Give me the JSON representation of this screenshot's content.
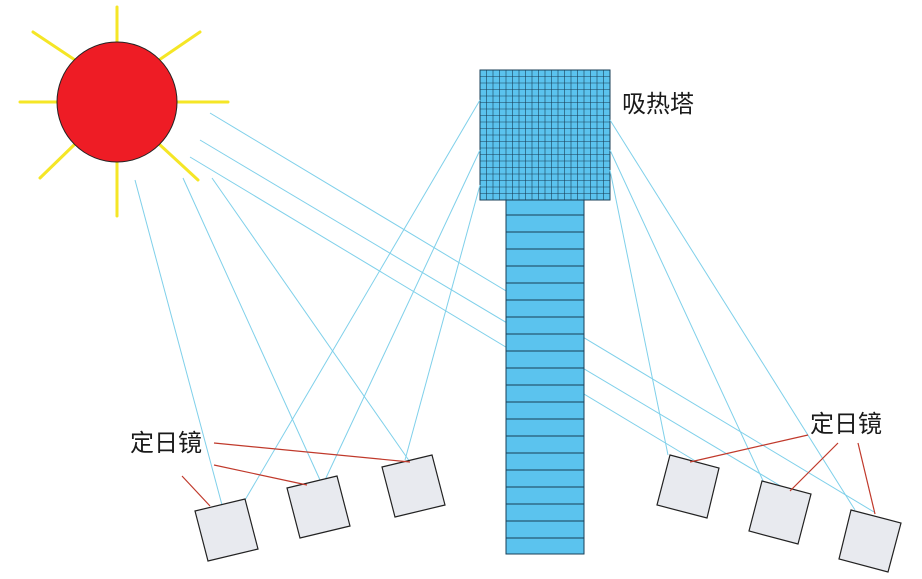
{
  "labels": {
    "tower": "吸热塔",
    "heliostats_left": "定日镜",
    "heliostats_right": "定日镜"
  },
  "colors": {
    "sun_fill": "#ee1c25",
    "sun_rays": "#f5e626",
    "light_beam": "#7fd0ea",
    "tower_fill": "#5bc3ee",
    "tower_lines": "#1a3f57",
    "mirror_fill": "#e8eaef",
    "leader_line": "#c0392b"
  },
  "icons": {
    "sun": "sun-icon",
    "tower": "receiver-tower",
    "mirror": "heliostat-mirror"
  }
}
